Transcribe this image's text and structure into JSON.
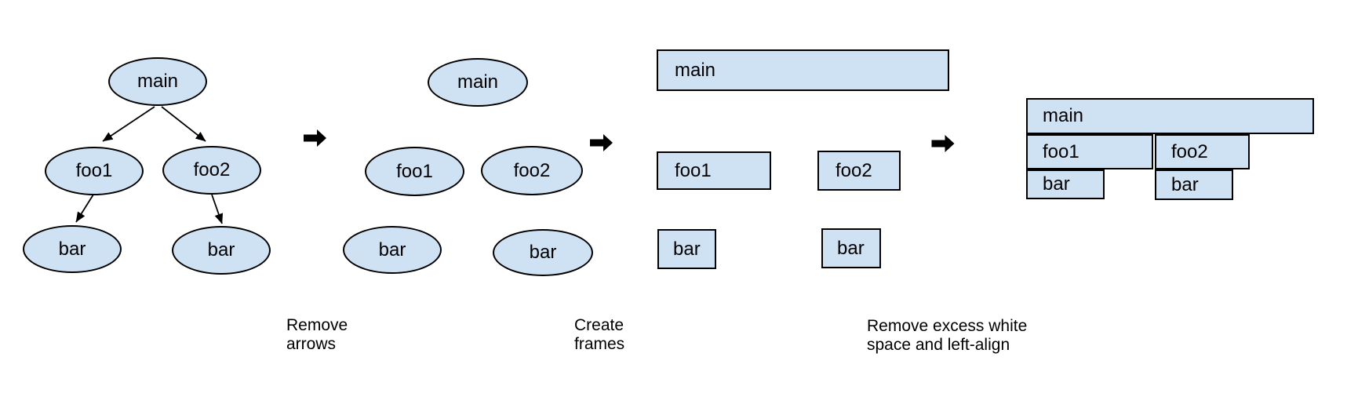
{
  "colors": {
    "bg": "#ffffff",
    "node_fill": "#cfe2f3",
    "node_border": "#000000",
    "arrow": "#000000",
    "text": "#000000"
  },
  "panels": [
    {
      "name": "call-tree-with-arrows",
      "shape": "ellipse",
      "nodes": [
        {
          "id": "main",
          "label": "main"
        },
        {
          "id": "foo1",
          "label": "foo1"
        },
        {
          "id": "foo2",
          "label": "foo2"
        },
        {
          "id": "bar-under-foo1",
          "label": "bar"
        },
        {
          "id": "bar-under-foo2",
          "label": "bar"
        }
      ]
    },
    {
      "name": "call-tree-without-arrows",
      "shape": "ellipse",
      "nodes": [
        {
          "id": "main",
          "label": "main"
        },
        {
          "id": "foo1",
          "label": "foo1"
        },
        {
          "id": "foo2",
          "label": "foo2"
        },
        {
          "id": "bar-under-foo1",
          "label": "bar"
        },
        {
          "id": "bar-under-foo2",
          "label": "bar"
        }
      ]
    },
    {
      "name": "frames",
      "shape": "rect",
      "nodes": [
        {
          "id": "main",
          "label": "main"
        },
        {
          "id": "foo1",
          "label": "foo1"
        },
        {
          "id": "foo2",
          "label": "foo2"
        },
        {
          "id": "bar-under-foo1",
          "label": "bar"
        },
        {
          "id": "bar-under-foo2",
          "label": "bar"
        }
      ]
    },
    {
      "name": "flame-graph",
      "shape": "rect",
      "nodes": [
        {
          "id": "main",
          "label": "main"
        },
        {
          "id": "foo1",
          "label": "foo1"
        },
        {
          "id": "foo2",
          "label": "foo2"
        },
        {
          "id": "bar-under-foo1",
          "label": "bar"
        },
        {
          "id": "bar-under-foo2",
          "label": "bar"
        }
      ]
    }
  ],
  "steps": [
    {
      "line1": "Remove",
      "line2": "arrows"
    },
    {
      "line1": "Create",
      "line2": "frames"
    },
    {
      "line1": "Remove excess white",
      "line2": "space and left-align"
    }
  ]
}
